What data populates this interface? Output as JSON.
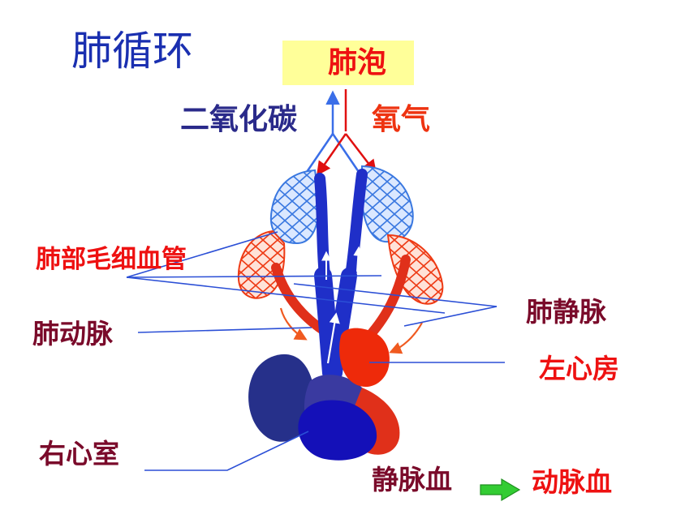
{
  "title": "肺循环",
  "alveoli": "肺泡",
  "gas": {
    "co2": "二氧化碳",
    "o2": "氧气"
  },
  "labels": {
    "pulmonary_capillaries": "肺部毛细血管",
    "pulmonary_artery": "肺动脉",
    "pulmonary_vein": "肺静脉",
    "left_atrium": "左心房",
    "right_ventricle": "右心室"
  },
  "blood": {
    "venous": "静脉血",
    "arterial": "动脉血"
  },
  "colors": {
    "title": "#1a2fb0",
    "venous_blue": "#1f2fc8",
    "arterial_red": "#ee2a0a",
    "leader_line": "#2b4fd6",
    "convert_arrow": "#33cc33"
  },
  "icons": {
    "convert": "right-arrow-icon"
  }
}
